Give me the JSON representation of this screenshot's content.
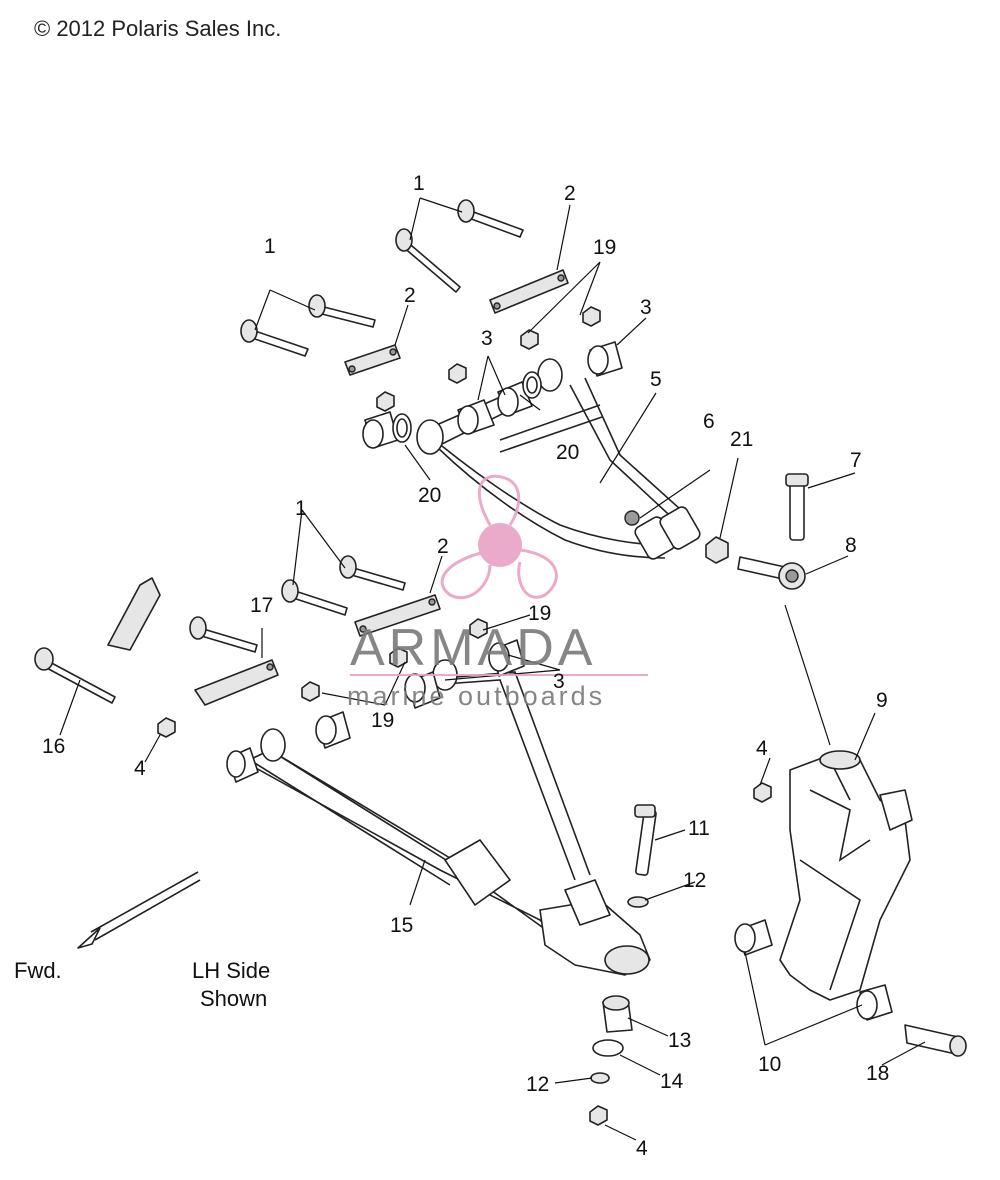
{
  "copyright": "© 2012 Polaris Sales Inc.",
  "watermark": {
    "brand": "ARMADA",
    "tagline": "marine outboards",
    "accent_color": "#e7a3c4",
    "text_color": "#7a7a7a"
  },
  "notes": {
    "direction": "Fwd.",
    "side_line1": "LH Side",
    "side_line2": "Shown"
  },
  "callouts": [
    {
      "id": "c1a",
      "label": "1"
    },
    {
      "id": "c1b",
      "label": "1"
    },
    {
      "id": "c1c",
      "label": "1"
    },
    {
      "id": "c2a",
      "label": "2"
    },
    {
      "id": "c2b",
      "label": "2"
    },
    {
      "id": "c2c",
      "label": "2"
    },
    {
      "id": "c3a",
      "label": "3"
    },
    {
      "id": "c3b",
      "label": "3"
    },
    {
      "id": "c3c",
      "label": "3"
    },
    {
      "id": "c4a",
      "label": "4"
    },
    {
      "id": "c4b",
      "label": "4"
    },
    {
      "id": "c4c",
      "label": "4"
    },
    {
      "id": "c5",
      "label": "5"
    },
    {
      "id": "c6",
      "label": "6"
    },
    {
      "id": "c7",
      "label": "7"
    },
    {
      "id": "c8",
      "label": "8"
    },
    {
      "id": "c9",
      "label": "9"
    },
    {
      "id": "c10",
      "label": "10"
    },
    {
      "id": "c11",
      "label": "11"
    },
    {
      "id": "c12a",
      "label": "12"
    },
    {
      "id": "c12b",
      "label": "12"
    },
    {
      "id": "c13",
      "label": "13"
    },
    {
      "id": "c14",
      "label": "14"
    },
    {
      "id": "c15",
      "label": "15"
    },
    {
      "id": "c16",
      "label": "16"
    },
    {
      "id": "c17",
      "label": "17"
    },
    {
      "id": "c18",
      "label": "18"
    },
    {
      "id": "c19a",
      "label": "19"
    },
    {
      "id": "c19b",
      "label": "19"
    },
    {
      "id": "c19c",
      "label": "19"
    },
    {
      "id": "c20a",
      "label": "20"
    },
    {
      "id": "c20b",
      "label": "20"
    },
    {
      "id": "c21",
      "label": "21"
    }
  ]
}
